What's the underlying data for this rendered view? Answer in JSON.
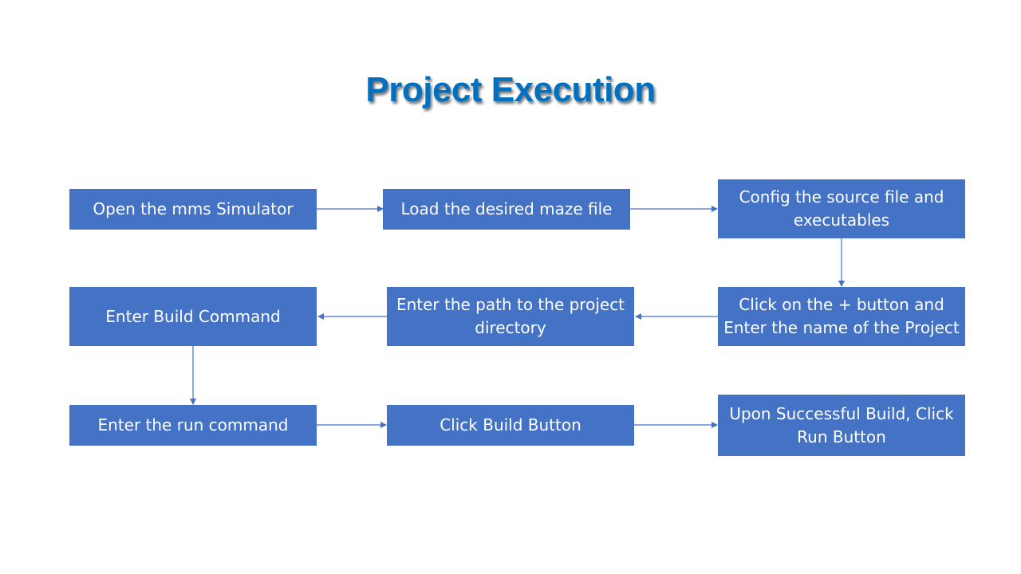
{
  "title": {
    "text": "Project Execution",
    "color": "#0070c0"
  },
  "colors": {
    "box_fill": "#4472c4",
    "box_text": "#ffffff",
    "arrow": "#4472c4",
    "background": "#ffffff"
  },
  "steps": [
    {
      "id": "open-simulator",
      "label": "Open the mms Simulator"
    },
    {
      "id": "load-maze",
      "label": "Load the desired maze file"
    },
    {
      "id": "config-source",
      "label": "Config the source file and executables"
    },
    {
      "id": "click-plus",
      "label": "Click on the + button and Enter the name of the Project"
    },
    {
      "id": "enter-path",
      "label": "Enter the path to the project directory"
    },
    {
      "id": "enter-build-command",
      "label": "Enter Build Command"
    },
    {
      "id": "enter-run-command",
      "label": "Enter the run command"
    },
    {
      "id": "click-build",
      "label": "Click Build Button"
    },
    {
      "id": "click-run",
      "label": "Upon Successful Build, Click Run Button"
    }
  ],
  "connections": [
    {
      "from": "open-simulator",
      "to": "load-maze"
    },
    {
      "from": "load-maze",
      "to": "config-source"
    },
    {
      "from": "config-source",
      "to": "click-plus"
    },
    {
      "from": "click-plus",
      "to": "enter-path"
    },
    {
      "from": "enter-path",
      "to": "enter-build-command"
    },
    {
      "from": "enter-build-command",
      "to": "enter-run-command"
    },
    {
      "from": "enter-run-command",
      "to": "click-build"
    },
    {
      "from": "click-build",
      "to": "click-run"
    }
  ]
}
